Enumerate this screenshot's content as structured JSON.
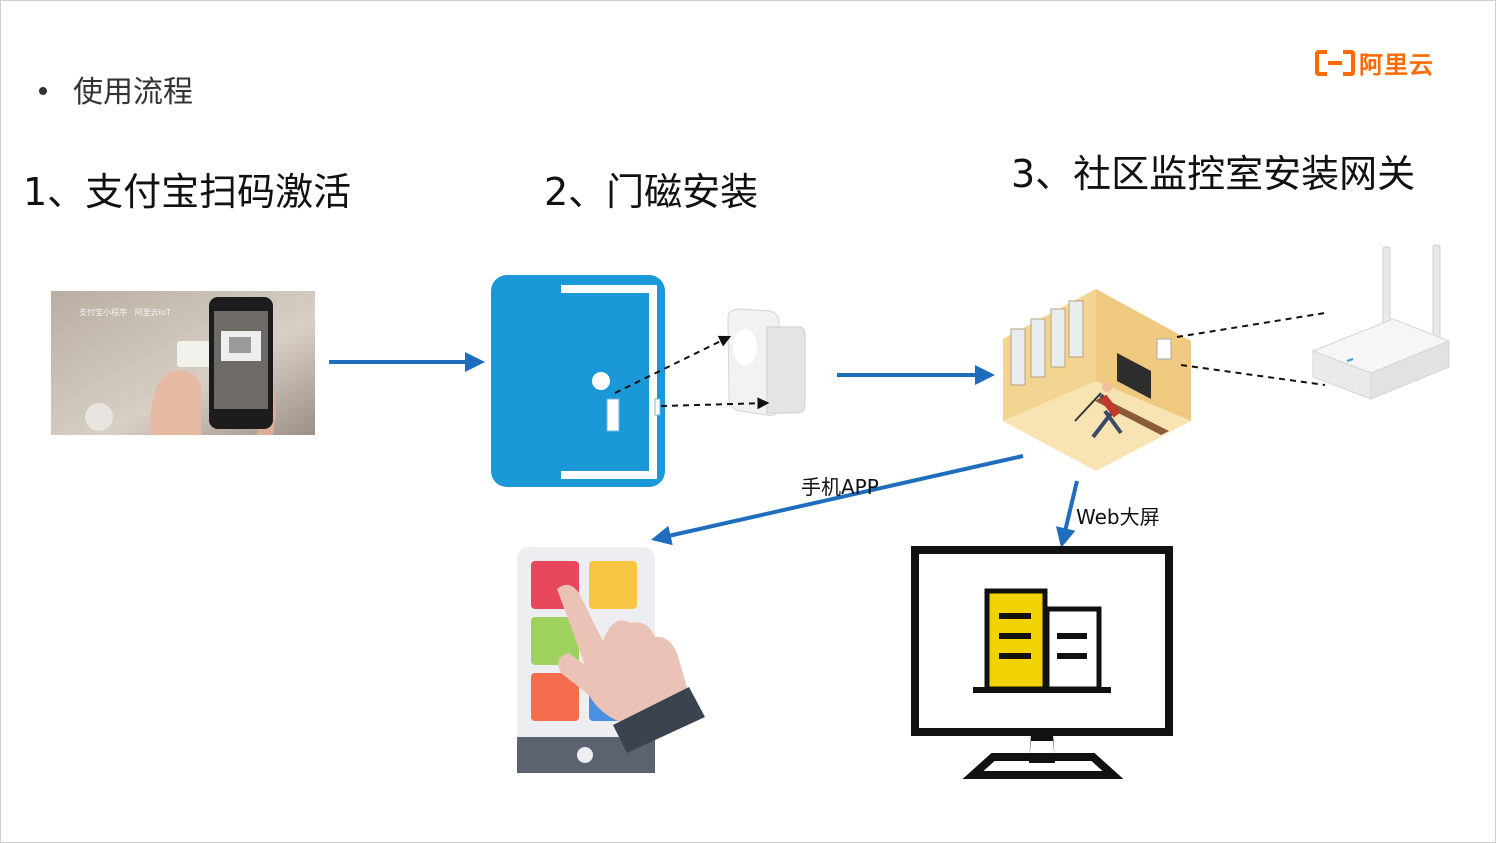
{
  "bullet": {
    "text": "使用流程"
  },
  "logo": {
    "text": "阿里云",
    "color": "#ff6a00"
  },
  "steps": [
    {
      "label": "1、支付宝扫码激活"
    },
    {
      "label": "2、门磁安装"
    },
    {
      "label": "3、社区监控室安装网关"
    }
  ],
  "arrows": {
    "app_label": "手机APP",
    "web_label": "Web大屏"
  },
  "photo": {
    "overlay_text": "支付宝小程序 · 阿里云IoT"
  },
  "colors": {
    "arrow": "#1f6dbd",
    "door": "#1a98d8",
    "screen_accent": "#f2d200"
  }
}
